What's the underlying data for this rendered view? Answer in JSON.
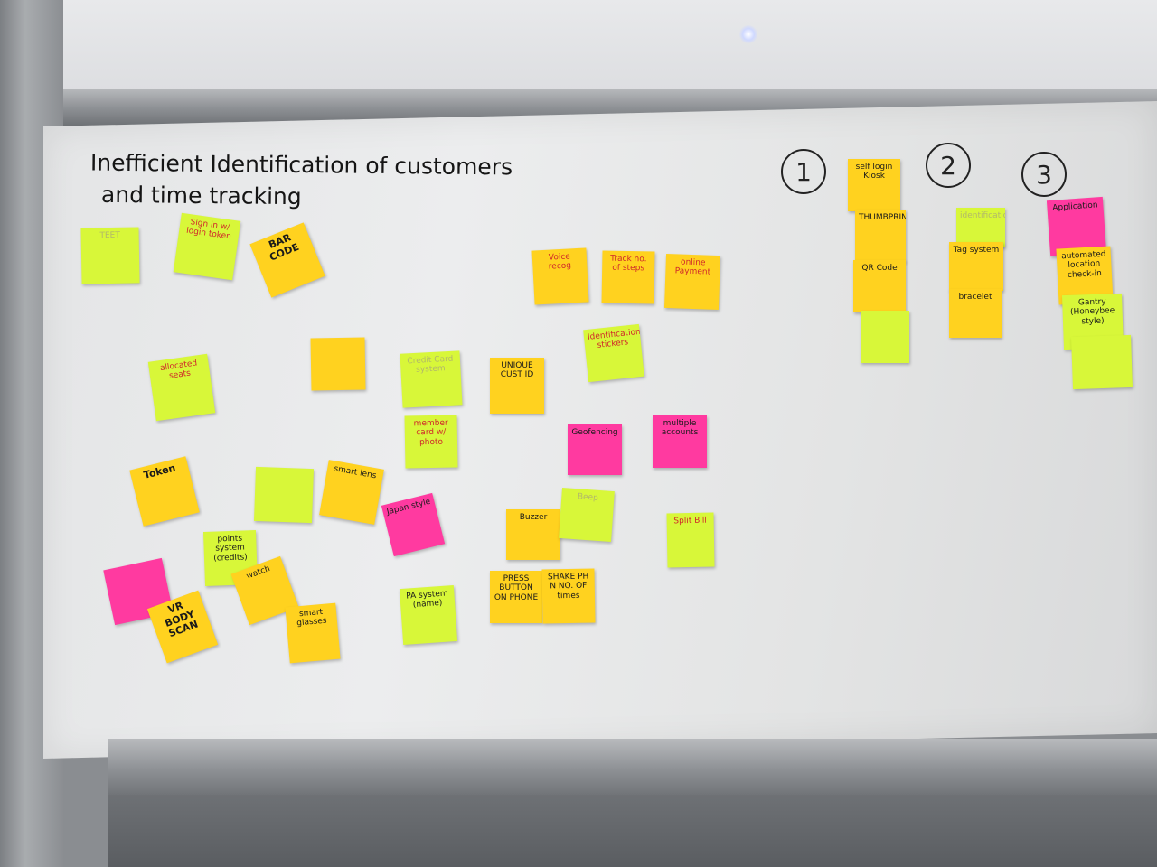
{
  "board": {
    "title_line1": "Inefficient Identification of customers",
    "title_line2": "and time tracking",
    "numbers": [
      "1",
      "2",
      "3"
    ]
  },
  "notes": {
    "teet": "TEET",
    "sign_in": "Sign in w/ login token",
    "barcode": "BAR CODE",
    "voice": "Voice recog",
    "track": "Track no. of steps",
    "online": "online Payment",
    "eye": "",
    "allocated": "allocated seats",
    "credit_card": "Credit Card system",
    "unique": "UNIQUE CUST ID",
    "id_sticker": "Identification stickers",
    "member": "member card w/ photo",
    "geofencing": "Geofencing",
    "multiple": "multiple accounts",
    "token": "Token",
    "faded": "",
    "smart_lens": "smart lens",
    "japan": "Japan style",
    "buzzer": "Buzzer",
    "beep": "Beep",
    "split": "Split Bill",
    "points": "points system (credits)",
    "smartwatch": "watch",
    "smart_glasses": "smart glasses",
    "pa_system": "PA system (name)",
    "press_button": "PRESS BUTTON ON PHONE",
    "shake": "SHAKE PH N NO. OF times",
    "vr_body": "VR BODY SCAN",
    "pink_left": "",
    "kiosk": "self login Kiosk",
    "thumbprint": "THUMBPRINT",
    "qr": "QR Code",
    "face": "",
    "tag": "Tag system",
    "bracelet": "bracelet",
    "identification": "identification",
    "application": "Application",
    "auto_checkin": "automated location check-in",
    "gantry": "Gantry (Honeybee style)",
    "faded_green": ""
  }
}
